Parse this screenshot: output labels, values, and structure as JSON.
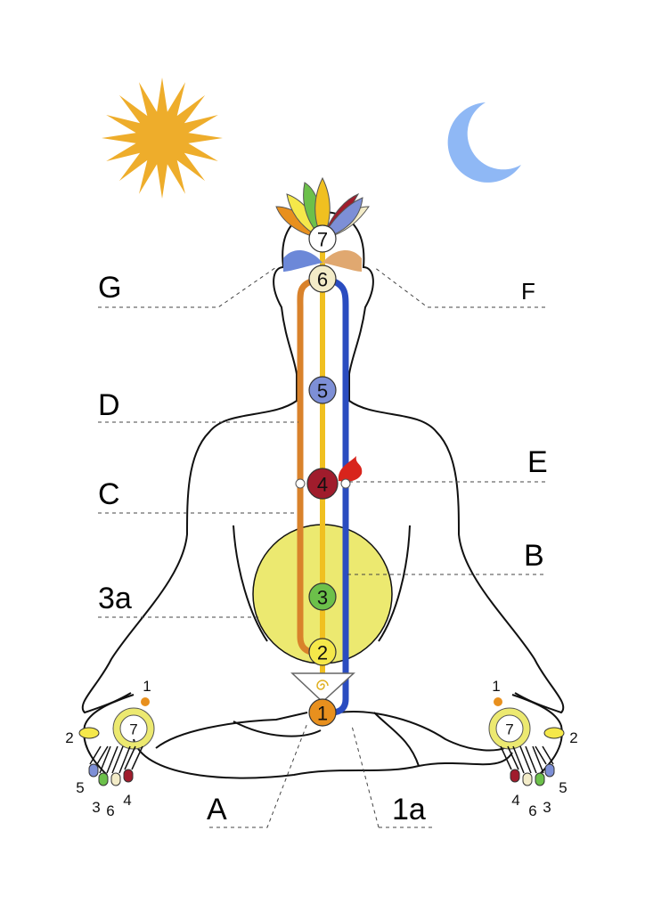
{
  "labels": {
    "G": "G",
    "F": "F",
    "D": "D",
    "E": "E",
    "C": "C",
    "B": "B",
    "a3": "3a",
    "A": "A",
    "a1": "1a"
  },
  "chakras": [
    {
      "n": "1",
      "color": "#e8901e"
    },
    {
      "n": "2",
      "color": "#f5e84a"
    },
    {
      "n": "3",
      "color": "#6cc04a"
    },
    {
      "n": "4",
      "color": "#a01c2c"
    },
    {
      "n": "5",
      "color": "#7d8fd6"
    },
    {
      "n": "6",
      "color": "#f3ecc8"
    },
    {
      "n": "7",
      "color": "#ffffff"
    }
  ],
  "hands": {
    "palm": "7",
    "thumb_dot": "1",
    "thumb": "2",
    "fingers": [
      "5",
      "3",
      "6",
      "4"
    ]
  },
  "colors": {
    "sun": "#eead2b",
    "moon": "#8fb8f5",
    "solar": "#ece970",
    "left_channel": "#d9822b",
    "right_channel": "#2a4cc0",
    "central": "#f0c020",
    "flame": "#d8241c"
  }
}
